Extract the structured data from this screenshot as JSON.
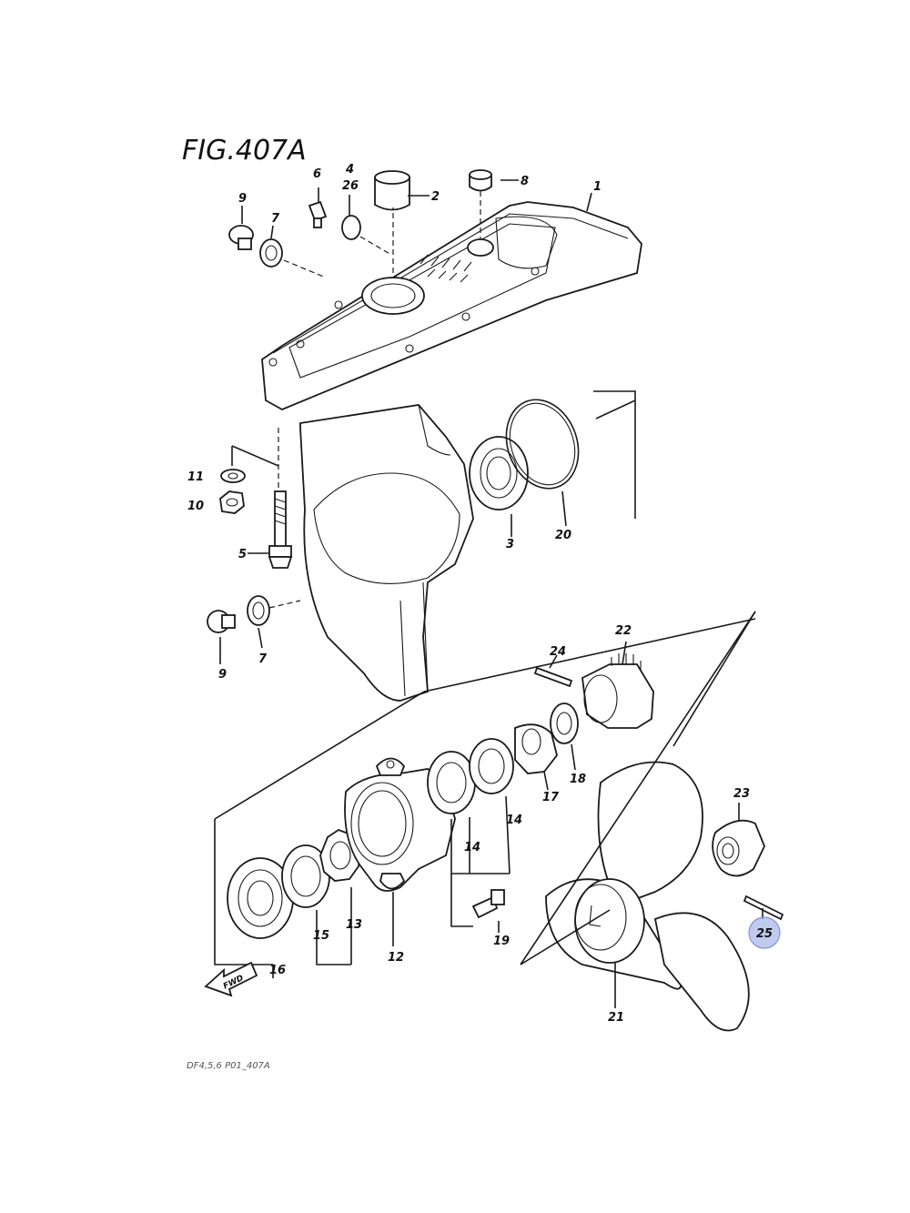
{
  "figure": {
    "title": "FIG.407A",
    "footer_code": "DF4,5,6 P01_407A",
    "direction_label": "FWD",
    "highlight_color": "#a9b8e8",
    "highlighted_part": "25"
  },
  "part_labels": [
    {
      "id": "p1",
      "text": "1"
    },
    {
      "id": "p2",
      "text": "2"
    },
    {
      "id": "p3",
      "text": "3"
    },
    {
      "id": "p4",
      "text": "4"
    },
    {
      "id": "p5",
      "text": "5"
    },
    {
      "id": "p6",
      "text": "6"
    },
    {
      "id": "p7a",
      "text": "7"
    },
    {
      "id": "p7b",
      "text": "7"
    },
    {
      "id": "p8",
      "text": "8"
    },
    {
      "id": "p9a",
      "text": "9"
    },
    {
      "id": "p9b",
      "text": "9"
    },
    {
      "id": "p10",
      "text": "10"
    },
    {
      "id": "p11",
      "text": "11"
    },
    {
      "id": "p12",
      "text": "12"
    },
    {
      "id": "p13",
      "text": "13"
    },
    {
      "id": "p14a",
      "text": "14"
    },
    {
      "id": "p14b",
      "text": "14"
    },
    {
      "id": "p15",
      "text": "15"
    },
    {
      "id": "p16",
      "text": "16"
    },
    {
      "id": "p17",
      "text": "17"
    },
    {
      "id": "p18",
      "text": "18"
    },
    {
      "id": "p19",
      "text": "19"
    },
    {
      "id": "p20",
      "text": "20"
    },
    {
      "id": "p21",
      "text": "21"
    },
    {
      "id": "p22",
      "text": "22"
    },
    {
      "id": "p23",
      "text": "23"
    },
    {
      "id": "p24",
      "text": "24"
    },
    {
      "id": "p25",
      "text": "25"
    },
    {
      "id": "p26",
      "text": "26"
    }
  ]
}
